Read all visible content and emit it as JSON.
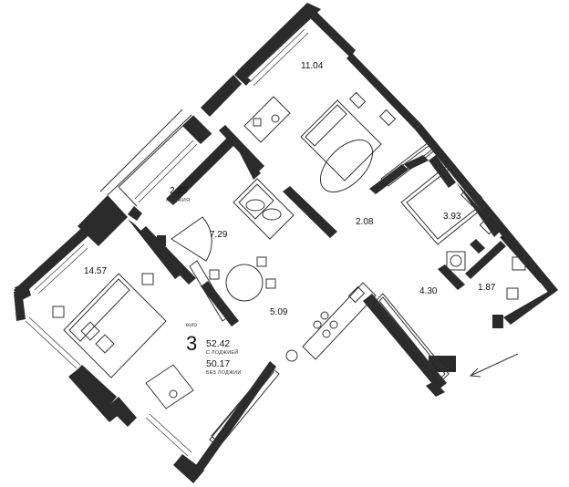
{
  "rooms": [
    {
      "id": "room-11",
      "area": "11.04"
    },
    {
      "id": "loggia",
      "area": "2.25",
      "caption": "ЛОДЖИЯ"
    },
    {
      "id": "room-7",
      "area": "7.29"
    },
    {
      "id": "hall",
      "area": "2.08"
    },
    {
      "id": "bath",
      "area": "3.93"
    },
    {
      "id": "bedroom",
      "area": "14.57"
    },
    {
      "id": "kitchen",
      "area": "5.09"
    },
    {
      "id": "corridor",
      "area": "4.30"
    },
    {
      "id": "wc",
      "area": "1.87"
    }
  ],
  "summary": {
    "type_label": "euro",
    "rooms_count": "3",
    "area_with_loggia": "52.42",
    "area_with_loggia_caption": "С ЛОДЖИЕЙ",
    "area_without_loggia": "50.17",
    "area_without_loggia_caption": "БЕЗ ЛОДЖИИ"
  },
  "colors": {
    "wall": "#2b2b2b",
    "line": "#333333",
    "background": "#ffffff"
  }
}
